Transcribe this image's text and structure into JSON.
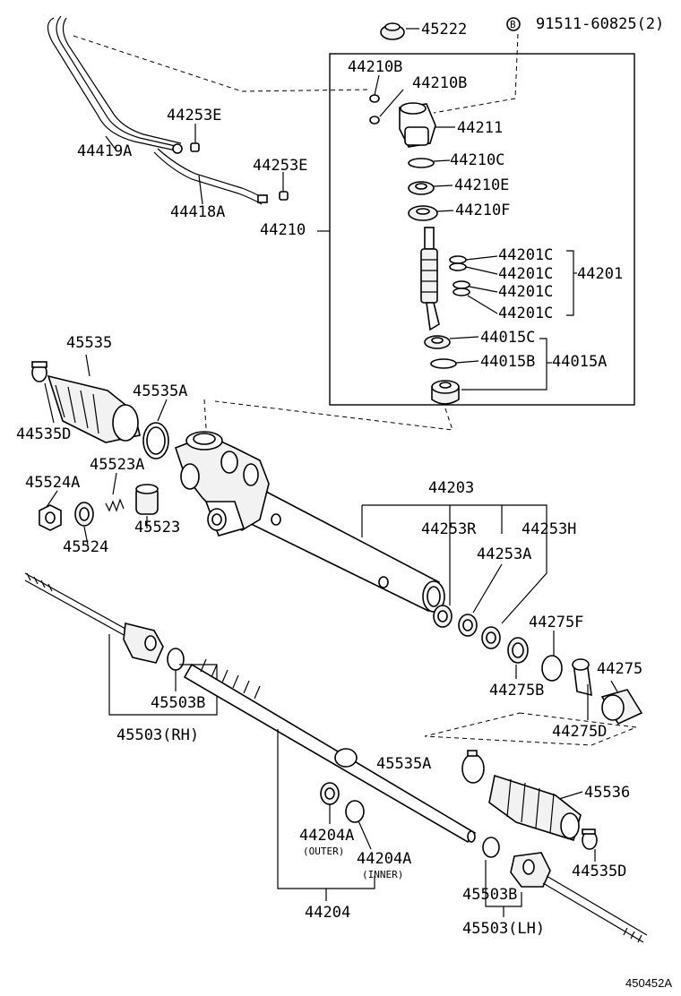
{
  "labels": {
    "p45222": "45222",
    "bolt_ref": "91511-60825(2)",
    "bolt_symbol": "B",
    "p44210B_1": "44210B",
    "p44210B_2": "44210B",
    "p44211": "44211",
    "p44210C": "44210C",
    "p44210E": "44210E",
    "p44210F": "44210F",
    "p44210": "44210",
    "p44201C_1": "44201C",
    "p44201C_2": "44201C",
    "p44201C_3": "44201C",
    "p44201C_4": "44201C",
    "p44201": "44201",
    "p44015C": "44015C",
    "p44015B": "44015B",
    "p44015A": "44015A",
    "p44253E_1": "44253E",
    "p44253E_2": "44253E",
    "p44419A": "44419A",
    "p44418A": "44418A",
    "p45535": "45535",
    "p44535D_1": "44535D",
    "p45535A_1": "45535A",
    "p45523A": "45523A",
    "p45524A": "45524A",
    "p45523": "45523",
    "p45524": "45524",
    "p44203": "44203",
    "p44253R": "44253R",
    "p44253H": "44253H",
    "p44253A": "44253A",
    "p44275F": "44275F",
    "p44275": "44275",
    "p44275B": "44275B",
    "p44275D": "44275D",
    "p45503B_1": "45503B",
    "p45503RH": "45503(RH)",
    "p45535A_2": "45535A",
    "p45536": "45536",
    "p44204A_1": "44204A",
    "outer": "(OUTER)",
    "p44204A_2": "44204A",
    "inner": "(INNER)",
    "p44535D_2": "44535D",
    "p45503B_2": "45503B",
    "p44204": "44204",
    "p45503LH": "45503(LH)",
    "figure_ref": "450452A"
  }
}
